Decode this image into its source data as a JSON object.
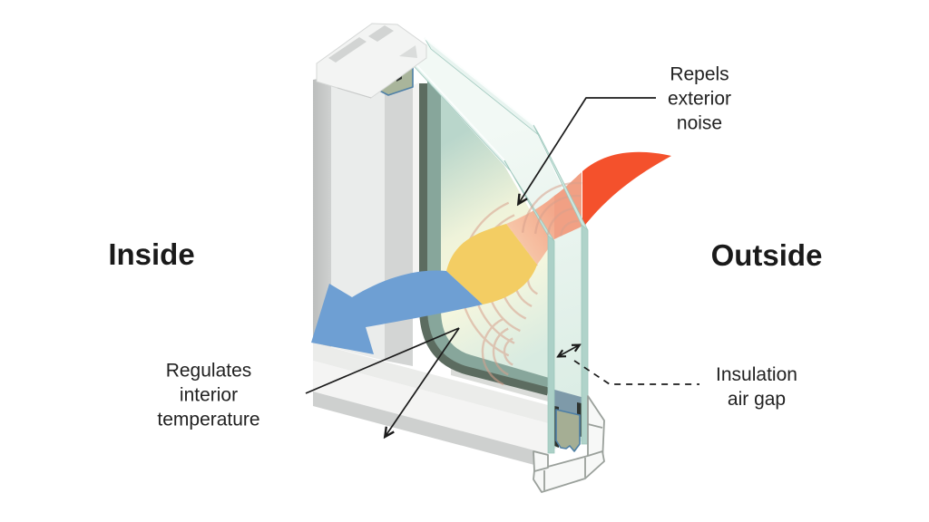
{
  "title_labels": {
    "inside": "Inside",
    "outside": "Outside"
  },
  "annotations": {
    "noise_lines": [
      "Repels",
      "exterior",
      "noise"
    ],
    "temperature_lines": [
      "Regulates",
      "interior",
      "temperature"
    ],
    "airgap_lines": [
      "Insulation",
      "air gap"
    ]
  },
  "colors": {
    "heat_red": "#f4512c",
    "heat_red_inside": "#f1a084",
    "heat_yellow": "#f3cd63",
    "cool_blue": "#6e9fd3",
    "soundwave": "#d8a18d",
    "leader": "#1b1b1b",
    "glass_teal": "#aed2c9",
    "frame_gray": "#e9ebea",
    "spacer_sage": "#a9b59b",
    "spacer_outline": "#4f80a7"
  }
}
